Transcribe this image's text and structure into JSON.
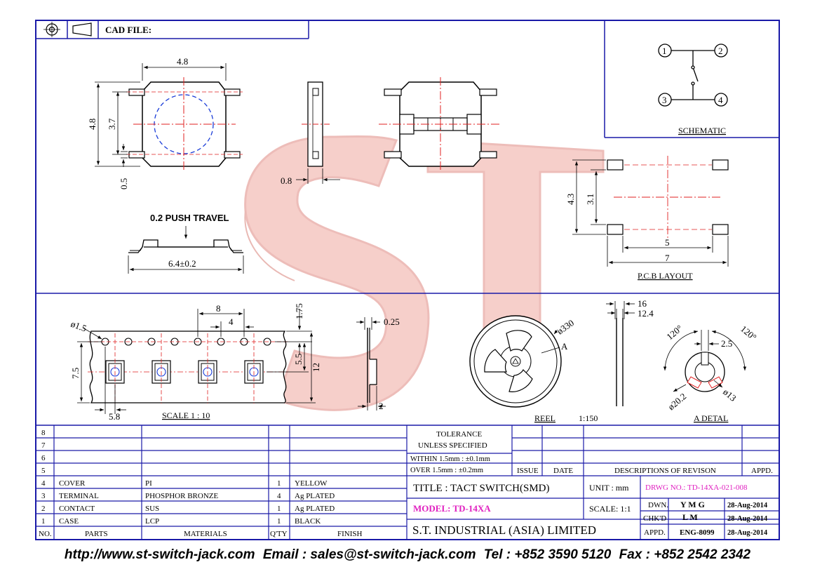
{
  "title_block": {
    "cad_file": "CAD FILE:",
    "tolerance_title_1": "TOLERANCE",
    "tolerance_title_2": "UNLESS   SPECIFIED",
    "tolerance_within": "WITHIN  1.5mm : ±0.1mm",
    "tolerance_over": "OVER    1.5mm : ±0.2mm",
    "hdr_issue": "ISSUE",
    "hdr_date": "DATE",
    "hdr_desc": "DESCRIPTIONS  OF  REVISON",
    "hdr_appd": "APPD.",
    "title": "TITLE  :  TACT  SWITCH(SMD)",
    "unit": "UNIT  :   mm",
    "drwg_no": "DRWG  NO.: TD-14XA-021-008",
    "model": "MODEL:  TD-14XA",
    "scale": "SCALE:   1:1",
    "dwn_label": "DWN.",
    "dwn_name": "Y M G",
    "dwn_date": "28-Aug-2014",
    "chkd_label": "CHK'D",
    "chkd_name": "L M",
    "chkd_date": "28-Aug-2014",
    "appd_label": "APPD.",
    "appd_name": "ENG-8099",
    "appd_date": "28-Aug-2014",
    "company": "S.T.  INDUSTRIAL  (ASIA)  LIMITED"
  },
  "bom": {
    "rows": [
      {
        "no": "8",
        "part": "",
        "material": "",
        "qty": "",
        "finish": ""
      },
      {
        "no": "7",
        "part": "",
        "material": "",
        "qty": "",
        "finish": ""
      },
      {
        "no": "6",
        "part": "",
        "material": "",
        "qty": "",
        "finish": ""
      },
      {
        "no": "5",
        "part": "",
        "material": "",
        "qty": "",
        "finish": ""
      },
      {
        "no": "4",
        "part": "COVER",
        "material": "PI",
        "qty": "1",
        "finish": "YELLOW"
      },
      {
        "no": "3",
        "part": "TERMINAL",
        "material": "PHOSPHOR BRONZE",
        "qty": "4",
        "finish": "Ag PLATED"
      },
      {
        "no": "2",
        "part": "CONTACT",
        "material": "SUS",
        "qty": "1",
        "finish": "Ag PLATED"
      },
      {
        "no": "1",
        "part": "CASE",
        "material": "LCP",
        "qty": "1",
        "finish": "BLACK"
      }
    ],
    "headers": {
      "no": "NO.",
      "parts": "PARTS",
      "materials": "MATERIALS",
      "qty": "Q'TY",
      "finish": "FINISH"
    }
  },
  "labels": {
    "schematic": "SCHEMATIC",
    "pcb_layout": "P.C.B LAYOUT",
    "push_travel": "0.2  PUSH  TRAVEL",
    "scale_tape": "SCALE  1  :  10",
    "reel": "REEL",
    "reel_scale": "1:150",
    "detail": "A  DETAL",
    "pin1": "1",
    "pin2": "2",
    "pin3": "3",
    "pin4": "4",
    "point_a": "A",
    "watermark": "ST"
  },
  "dims": {
    "top_width": "4.8",
    "side_height": "4.8",
    "inner_37": "3.7",
    "pin_05": "0.5",
    "side_08": "0.8",
    "overall_64": "6.4±0.2",
    "pcb_43": "4.3",
    "pcb_31": "3.1",
    "pcb_5": "5",
    "pcb_7": "7",
    "tape_pitch_8": "8",
    "tape_4": "4",
    "tape_175": "1.75",
    "tape_hole_15": "ø1.5",
    "tape_75": "7.5",
    "tape_55": "5.5",
    "tape_12": "12",
    "tape_58": "5.8",
    "tape_025": "0.25",
    "tape_2": "2",
    "reel_330": "ø330",
    "reel_16": "16",
    "reel_124": "12.4",
    "det_120a": "120°",
    "det_120b": "120°",
    "det_25": "2.5",
    "det_202": "ø20.2",
    "det_13": "ø13"
  },
  "footer": {
    "website": "http://www.st-switch-jack.com",
    "email": "Email : sales@st-switch-jack.com",
    "tel": "Tel : +852 3590 5120",
    "fax": "Fax : +852 2542 2342"
  },
  "colors": {
    "frame": "#1a1aa8",
    "center_line": "#e02020",
    "hidden": "#1a3cd8",
    "model": "#e020c0",
    "watermark": "#f0a8a0"
  }
}
